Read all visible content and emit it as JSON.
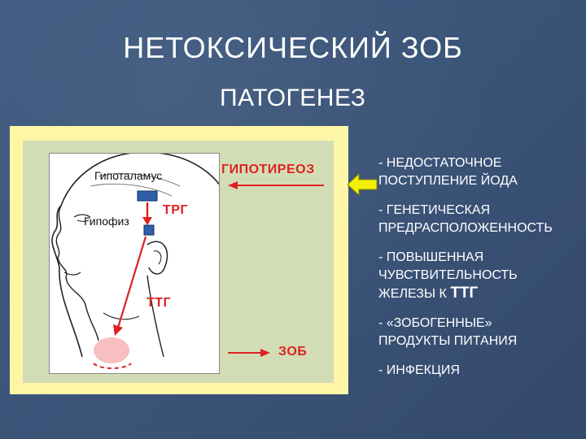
{
  "title": "НЕТОКСИЧЕСКИЙ  ЗОБ",
  "subtitle": "ПАТОГЕНЕЗ",
  "diagram": {
    "hypothalamus_label": "Гипоталамус",
    "pituitary_label": "Гипофиз",
    "hypothyroidism_label": "ГИПОТИРЕОЗ",
    "trh_label": "ТРГ",
    "tsh_label": "ТТГ",
    "goiter_label": "ЗОБ"
  },
  "causes": {
    "c1_line1": "- НЕДОСТАТОЧНОЕ",
    "c1_line2": "ПОСТУПЛЕНИЕ  ЙОДА",
    "c2_line1": "- ГЕНЕТИЧЕСКАЯ",
    "c2_line2": "ПРЕДРАСПОЛОЖЕННОСТЬ",
    "c3_line1": "- ПОВЫШЕННАЯ",
    "c3_line2": "ЧУВСТВИТЕЛЬНОСТЬ",
    "c3_line3_prefix": "ЖЕЛЕЗЫ  К",
    "c3_line3_tsh": "ТТГ",
    "c4_line1": "- «ЗОБОГЕННЫЕ»",
    "c4_line2": "ПРОДУКТЫ  ПИТАНИЯ",
    "c5_line1": "- ИНФЕКЦИЯ"
  },
  "colors": {
    "background": "#3a5478",
    "panel_outer": "#fdf6a6",
    "panel_inner": "#d3ddb5",
    "accent_red": "#d22222",
    "gland_blue": "#2f5fa8",
    "arrow_yellow": "#f4f000"
  }
}
